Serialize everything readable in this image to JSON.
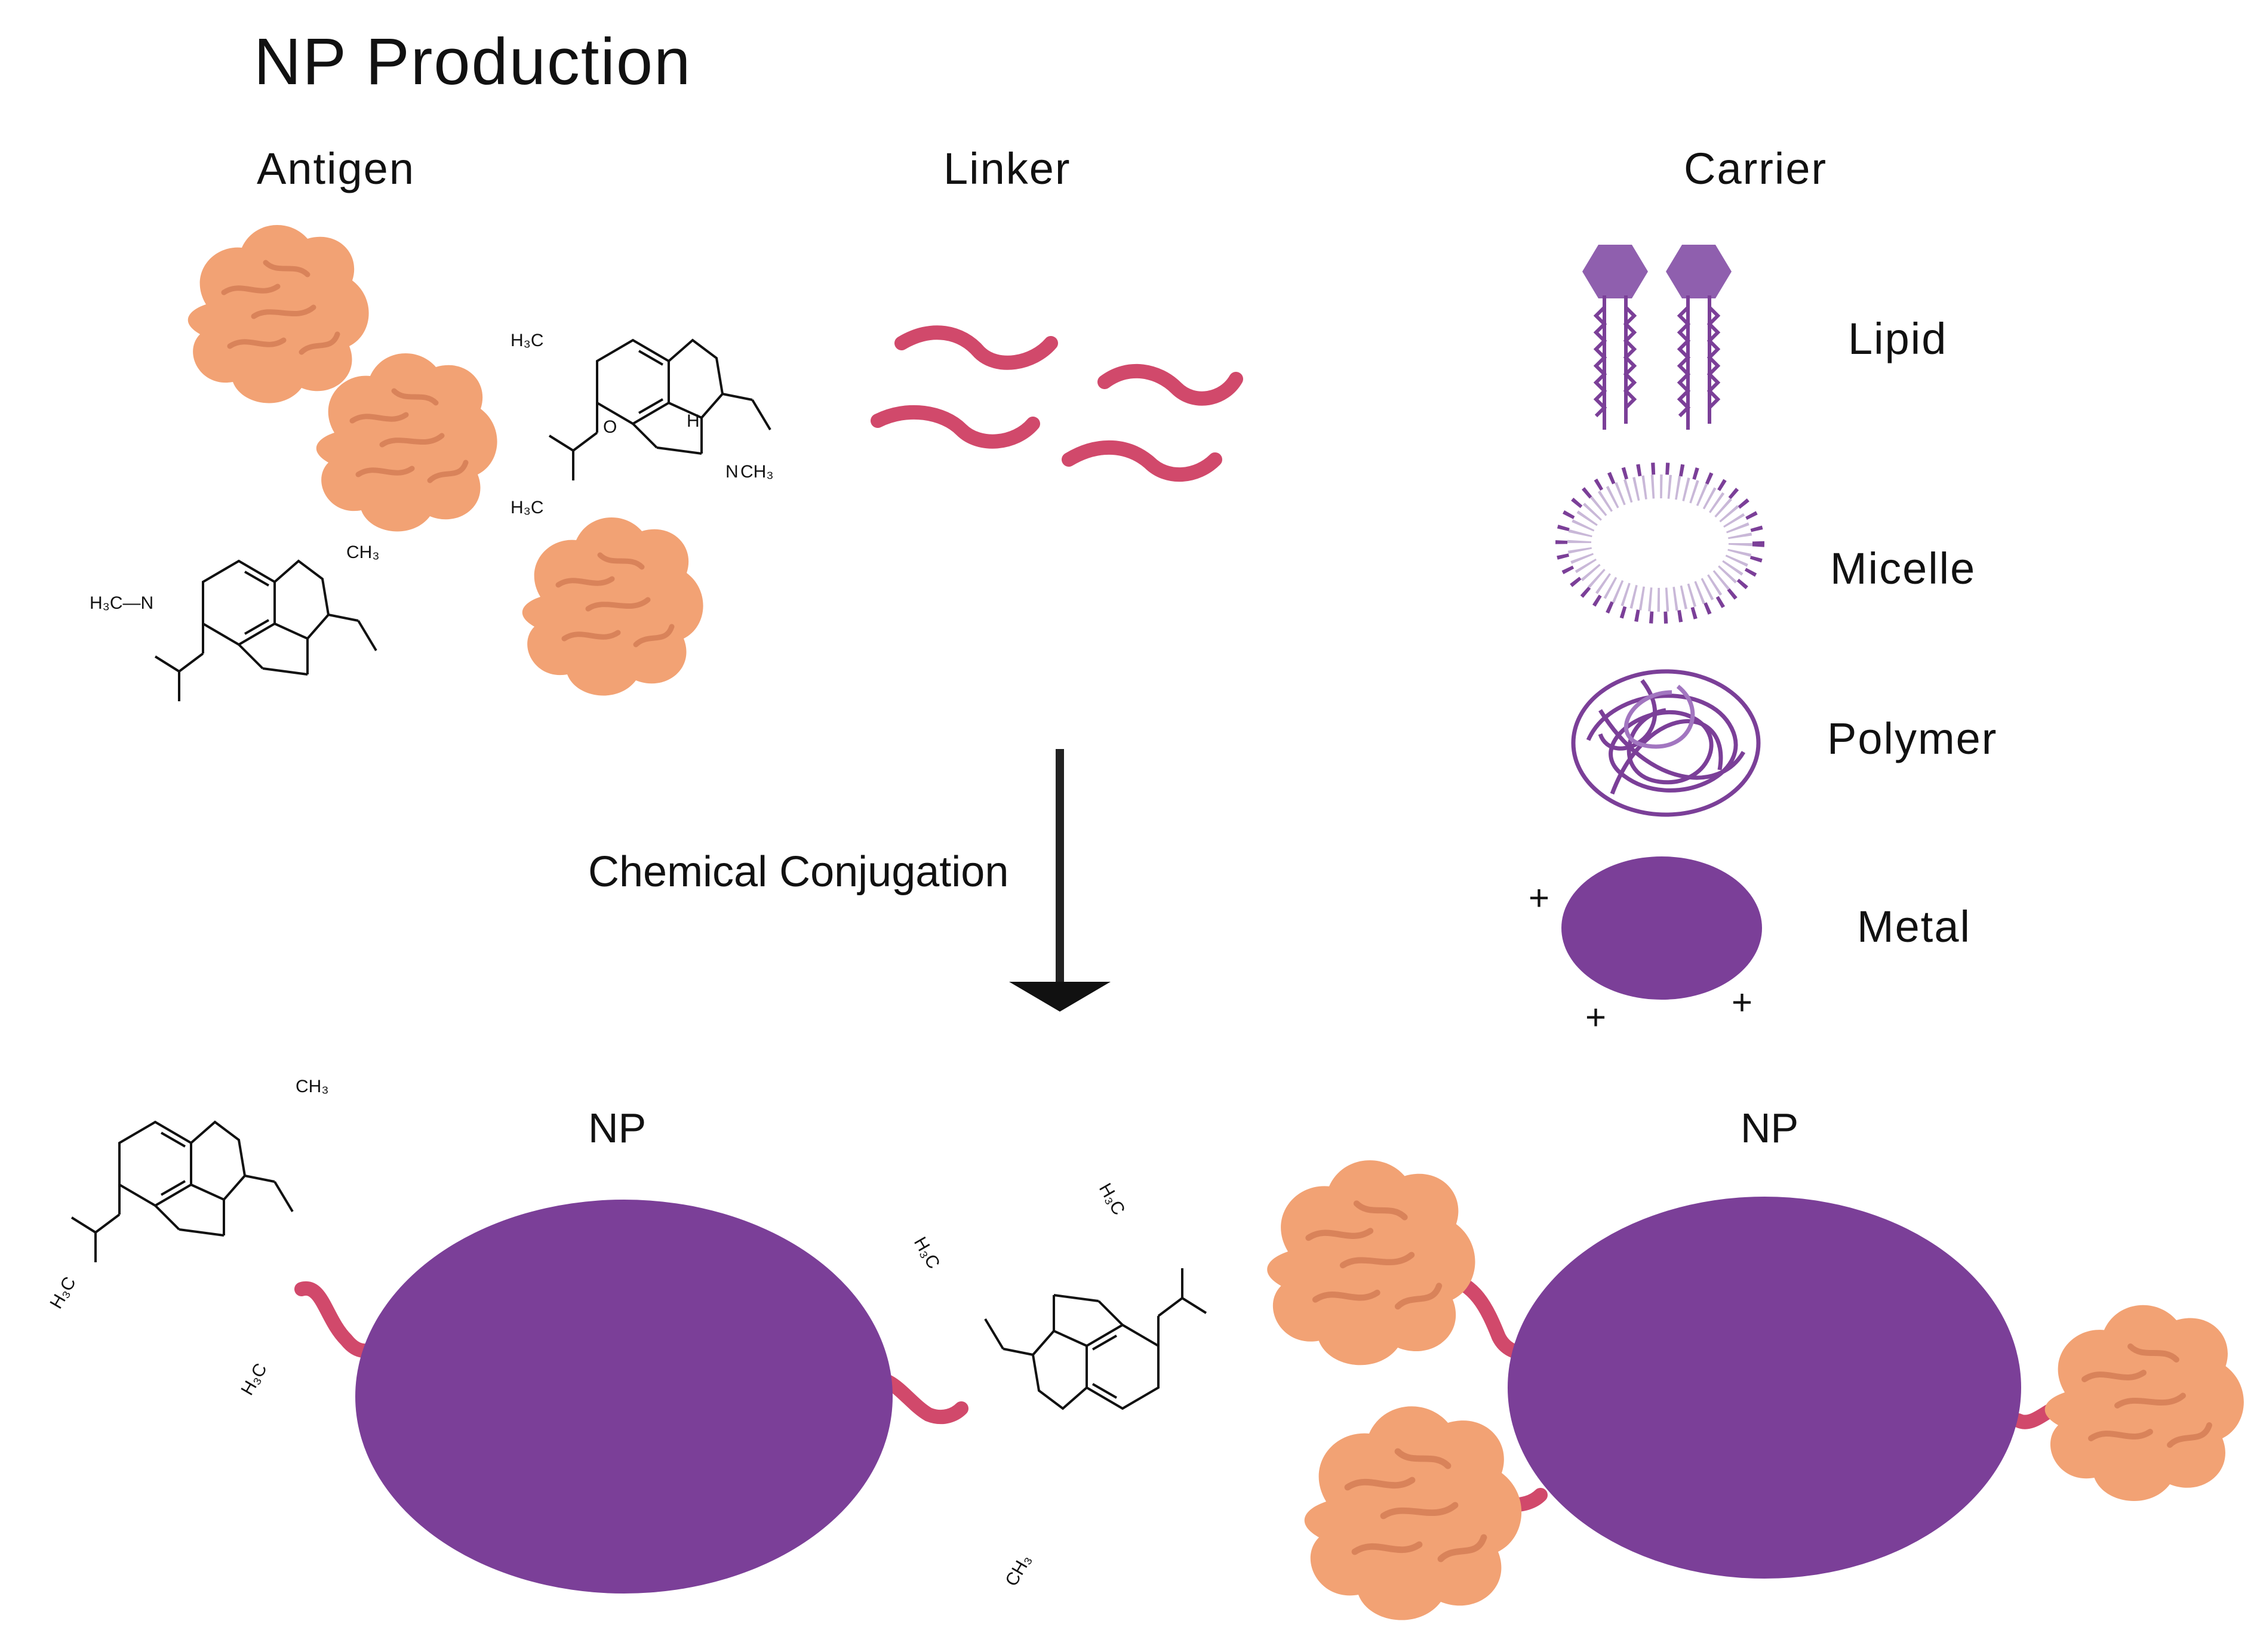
{
  "title": "NP Production",
  "columns": {
    "antigen": "Antigen",
    "linker": "Linker",
    "carrier": "Carrier"
  },
  "carriers": [
    "Lipid",
    "Micelle",
    "Polymer",
    "Metal"
  ],
  "metal_charge": "+",
  "process_label": "Chemical Conjugation",
  "product_label": "NP",
  "chem_labels": {
    "methyl": "H₃C",
    "methyl_short": "CH₃",
    "n": "N",
    "o": "O",
    "h": "H",
    "h3c_n": "H₃C—N"
  },
  "colors": {
    "antigen": "#f2a274",
    "antigen_dark": "#d9835a",
    "linker": "#d1496b",
    "carrier": "#7b3f98",
    "carrier_light": "#a276c0"
  }
}
